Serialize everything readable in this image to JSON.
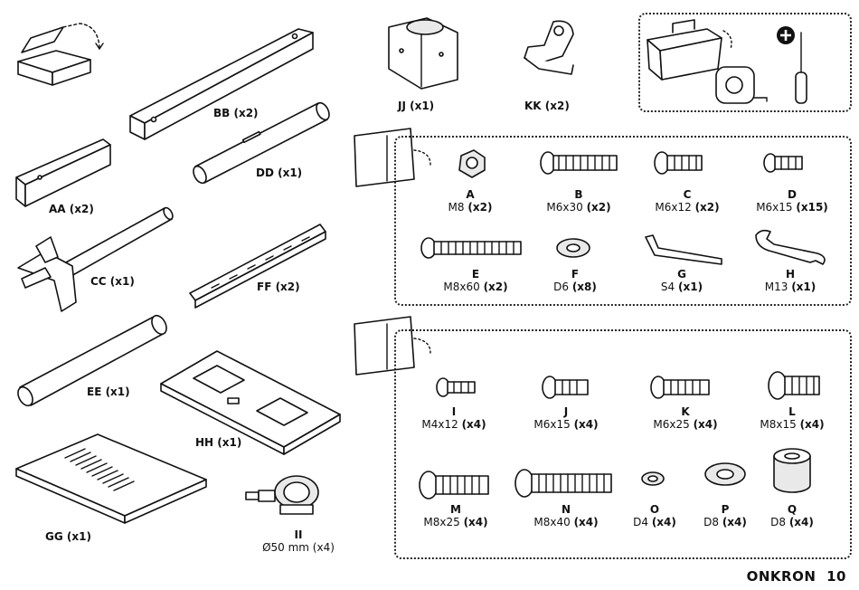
{
  "large_parts": {
    "aa": "AA (x2)",
    "bb": "BB (x2)",
    "cc": "CC (x1)",
    "dd": "DD (x1)",
    "ee": "EE (x1)",
    "ff": "FF (x2)",
    "gg": "GG (x1)",
    "hh": "HH (x1)",
    "ii_code": "II",
    "ii_spec": "Ø50 mm (x4)",
    "jj": "JJ (x1)",
    "kk": "KK (x2)"
  },
  "bag1": [
    {
      "code": "A",
      "size": "M8",
      "qty": "(x2)"
    },
    {
      "code": "B",
      "size": "M6x30",
      "qty": "(x2)"
    },
    {
      "code": "C",
      "size": "M6x12",
      "qty": "(x2)"
    },
    {
      "code": "D",
      "size": "M6x15",
      "qty": "(x15)"
    },
    {
      "code": "E",
      "size": "M8x60",
      "qty": "(x2)"
    },
    {
      "code": "F",
      "size": "D6",
      "qty": "(x8)"
    },
    {
      "code": "G",
      "size": "S4",
      "qty": "(x1)"
    },
    {
      "code": "H",
      "size": "M13",
      "qty": "(x1)"
    }
  ],
  "bag2": [
    {
      "code": "I",
      "size": "M4x12",
      "qty": "(x4)"
    },
    {
      "code": "J",
      "size": "M6x15",
      "qty": "(x4)"
    },
    {
      "code": "K",
      "size": "M6x25",
      "qty": "(x4)"
    },
    {
      "code": "L",
      "size": "M8x15",
      "qty": "(x4)"
    },
    {
      "code": "M",
      "size": "M8x25",
      "qty": "(x4)"
    },
    {
      "code": "N",
      "size": "M8x40",
      "qty": "(x4)"
    },
    {
      "code": "O",
      "size": "D4",
      "qty": "(x4)"
    },
    {
      "code": "P",
      "size": "D8",
      "qty": "(x4)"
    },
    {
      "code": "Q",
      "size": "D8",
      "qty": "(x4)"
    }
  ],
  "footer": {
    "brand": "ONKRON",
    "page_number": "10"
  },
  "icons": [
    "open-box-icon",
    "toolbox-icon",
    "tape-measure-icon",
    "screwdriver-icon",
    "plus-icon",
    "hardware-bag-icon"
  ]
}
